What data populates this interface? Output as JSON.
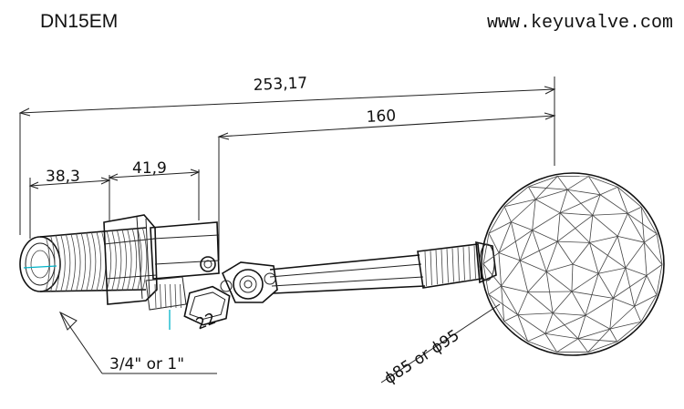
{
  "header": {
    "model": "DN15EM",
    "website": "www.keyuvalve.com"
  },
  "dimensions": {
    "overall_length": "253,17",
    "arm_length": "160",
    "thread_length": "38,3",
    "body_length": "41,9",
    "hex_size": "22"
  },
  "notes": {
    "thread_size": "3/4\" or 1\"",
    "ball_diameter": "ϕ85 or ϕ95"
  },
  "colors": {
    "line": "#222222",
    "accent": "#00b3c8"
  }
}
